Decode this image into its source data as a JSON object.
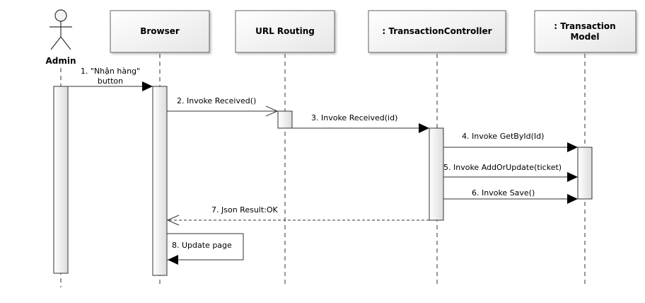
{
  "actor": {
    "name": "Admin"
  },
  "lifelines": [
    {
      "id": "browser",
      "name": "Browser"
    },
    {
      "id": "url-routing",
      "name": "URL Routing"
    },
    {
      "id": "transaction-controller",
      "name": ": TransactionController"
    },
    {
      "id": "transaction-model",
      "name_lines": [
        ": Transaction",
        "Model"
      ]
    }
  ],
  "messages": [
    {
      "id": "m1",
      "lines": [
        "1. \"Nhận hàng\"",
        "button"
      ],
      "style": "sync"
    },
    {
      "id": "m2",
      "text": "2. Invoke Received()",
      "style": "async"
    },
    {
      "id": "m3",
      "text": "3. Invoke Received(id)",
      "style": "sync"
    },
    {
      "id": "m4",
      "text": "4. Invoke GetById(Id)",
      "style": "sync"
    },
    {
      "id": "m5",
      "text": "5. Invoke AddOrUpdate(ticket)",
      "style": "sync"
    },
    {
      "id": "m6",
      "text": "6. Invoke Save()",
      "style": "sync"
    },
    {
      "id": "m7",
      "text": "7. Json Result:OK",
      "style": "return"
    },
    {
      "id": "m8",
      "text": "8. Update page",
      "style": "self"
    }
  ]
}
